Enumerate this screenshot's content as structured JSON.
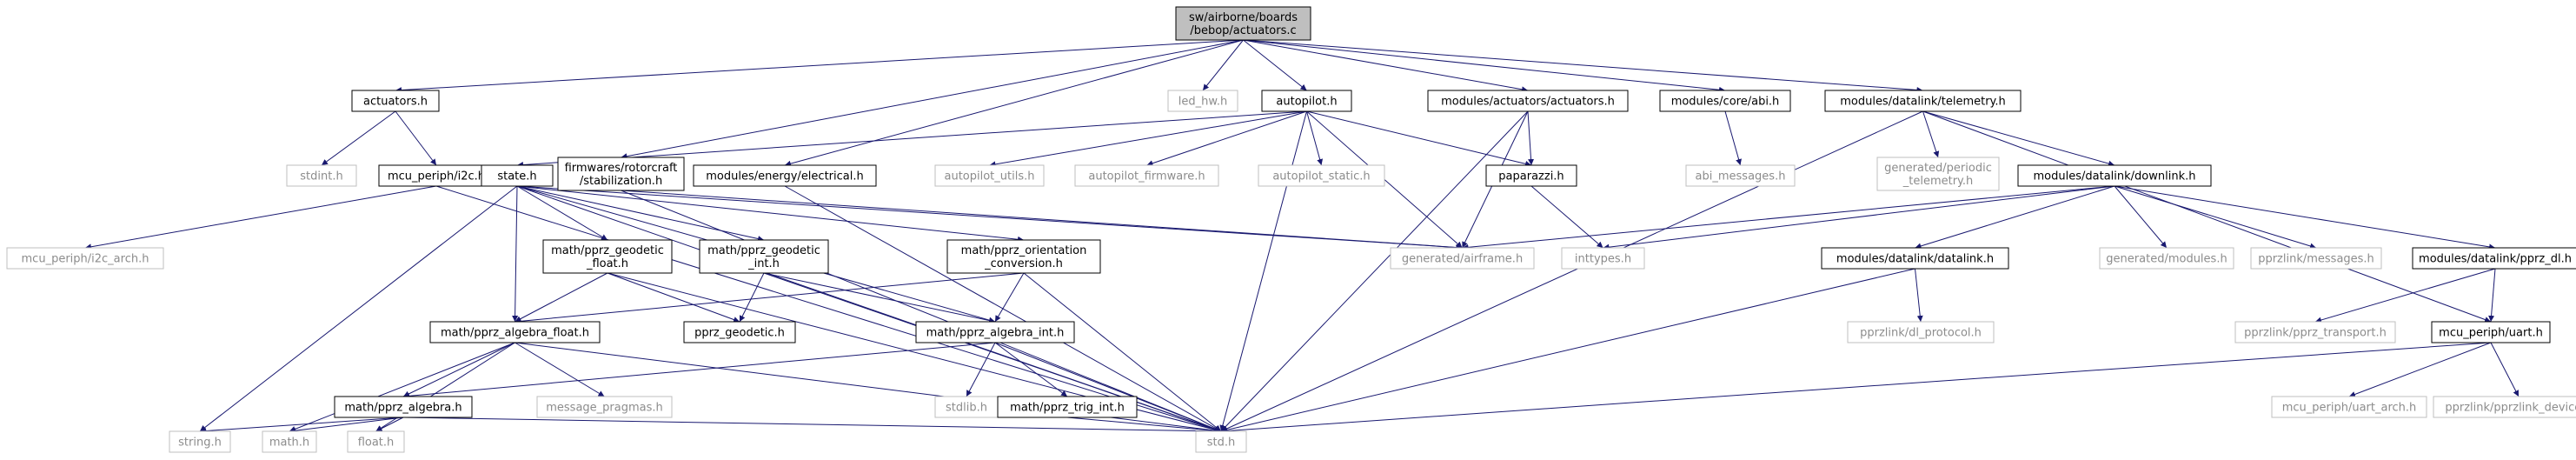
{
  "nodes": {
    "root": {
      "lines": [
        "sw/airborne/boards",
        "/bebop/actuators.c"
      ],
      "style": "root"
    },
    "actuators_h": {
      "lines": [
        "actuators.h"
      ],
      "style": "bordered"
    },
    "led_hw_h": {
      "lines": [
        "led_hw.h"
      ],
      "style": "plain"
    },
    "autopilot_h": {
      "lines": [
        "autopilot.h"
      ],
      "style": "bordered"
    },
    "mod_actuators_h": {
      "lines": [
        "modules/actuators/actuators.h"
      ],
      "style": "bordered"
    },
    "core_abi_h": {
      "lines": [
        "modules/core/abi.h"
      ],
      "style": "bordered"
    },
    "telemetry_h": {
      "lines": [
        "modules/datalink/telemetry.h"
      ],
      "style": "bordered"
    },
    "stdint_h": {
      "lines": [
        "stdint.h"
      ],
      "style": "plain"
    },
    "i2c_h": {
      "lines": [
        "mcu_periph/i2c.h"
      ],
      "style": "bordered"
    },
    "state_h": {
      "lines": [
        "state.h"
      ],
      "style": "bordered"
    },
    "stabilization_h": {
      "lines": [
        "firmwares/rotorcraft",
        "/stabilization.h"
      ],
      "style": "bordered"
    },
    "electrical_h": {
      "lines": [
        "modules/energy/electrical.h"
      ],
      "style": "bordered"
    },
    "autopilot_utils_h": {
      "lines": [
        "autopilot_utils.h"
      ],
      "style": "plain"
    },
    "autopilot_firmware_h": {
      "lines": [
        "autopilot_firmware.h"
      ],
      "style": "plain"
    },
    "autopilot_static_h": {
      "lines": [
        "autopilot_static.h"
      ],
      "style": "plain"
    },
    "paparazzi_h": {
      "lines": [
        "paparazzi.h"
      ],
      "style": "bordered"
    },
    "abi_messages_h": {
      "lines": [
        "abi_messages.h"
      ],
      "style": "plain"
    },
    "periodic_telemetry_h": {
      "lines": [
        "generated/periodic",
        "_telemetry.h"
      ],
      "style": "plain"
    },
    "downlink_h": {
      "lines": [
        "modules/datalink/downlink.h"
      ],
      "style": "bordered"
    },
    "i2c_arch_h": {
      "lines": [
        "mcu_periph/i2c_arch.h"
      ],
      "style": "plain"
    },
    "geodetic_float_h": {
      "lines": [
        "math/pprz_geodetic",
        "_float.h"
      ],
      "style": "bordered"
    },
    "geodetic_int_h": {
      "lines": [
        "math/pprz_geodetic",
        "_int.h"
      ],
      "style": "bordered"
    },
    "orientation_h": {
      "lines": [
        "math/pprz_orientation",
        "_conversion.h"
      ],
      "style": "bordered"
    },
    "airframe_h": {
      "lines": [
        "generated/airframe.h"
      ],
      "style": "plain"
    },
    "inttypes_h": {
      "lines": [
        "inttypes.h"
      ],
      "style": "plain"
    },
    "datalink_h": {
      "lines": [
        "modules/datalink/datalink.h"
      ],
      "style": "bordered"
    },
    "gen_modules_h": {
      "lines": [
        "generated/modules.h"
      ],
      "style": "plain"
    },
    "messages_h": {
      "lines": [
        "pprzlink/messages.h"
      ],
      "style": "plain"
    },
    "pprz_dl_h": {
      "lines": [
        "modules/datalink/pprz_dl.h"
      ],
      "style": "bordered"
    },
    "algebra_float_h": {
      "lines": [
        "math/pprz_algebra_float.h"
      ],
      "style": "bordered"
    },
    "pprz_geodetic_h": {
      "lines": [
        "pprz_geodetic.h"
      ],
      "style": "bordered"
    },
    "algebra_int_h": {
      "lines": [
        "math/pprz_algebra_int.h"
      ],
      "style": "bordered"
    },
    "dl_protocol_h": {
      "lines": [
        "pprzlink/dl_protocol.h"
      ],
      "style": "plain"
    },
    "pprz_transport_h": {
      "lines": [
        "pprzlink/pprz_transport.h"
      ],
      "style": "plain"
    },
    "uart_h": {
      "lines": [
        "mcu_periph/uart.h"
      ],
      "style": "bordered"
    },
    "message_pragmas_h": {
      "lines": [
        "message_pragmas.h"
      ],
      "style": "plain"
    },
    "stdlib_h": {
      "lines": [
        "stdlib.h"
      ],
      "style": "plain"
    },
    "algebra_h": {
      "lines": [
        "math/pprz_algebra.h"
      ],
      "style": "bordered"
    },
    "trig_int_h": {
      "lines": [
        "math/pprz_trig_int.h"
      ],
      "style": "bordered"
    },
    "uart_arch_h": {
      "lines": [
        "mcu_periph/uart_arch.h"
      ],
      "style": "plain"
    },
    "pprzlink_device_h": {
      "lines": [
        "pprzlink/pprzlink_device.h"
      ],
      "style": "plain"
    },
    "string_h": {
      "lines": [
        "string.h"
      ],
      "style": "plain"
    },
    "math_h": {
      "lines": [
        "math.h"
      ],
      "style": "plain"
    },
    "float_h": {
      "lines": [
        "float.h"
      ],
      "style": "plain"
    },
    "std_h": {
      "lines": [
        "std.h"
      ],
      "style": "plain"
    }
  },
  "edges": [
    [
      "root",
      "actuators_h"
    ],
    [
      "root",
      "led_hw_h"
    ],
    [
      "root",
      "autopilot_h"
    ],
    [
      "root",
      "mod_actuators_h"
    ],
    [
      "root",
      "core_abi_h"
    ],
    [
      "root",
      "telemetry_h"
    ],
    [
      "root",
      "stabilization_h"
    ],
    [
      "root",
      "electrical_h"
    ],
    [
      "actuators_h",
      "stdint_h"
    ],
    [
      "actuators_h",
      "i2c_h"
    ],
    [
      "i2c_h",
      "i2c_arch_h"
    ],
    [
      "i2c_h",
      "std_h"
    ],
    [
      "autopilot_h",
      "state_h"
    ],
    [
      "autopilot_h",
      "autopilot_utils_h"
    ],
    [
      "autopilot_h",
      "autopilot_firmware_h"
    ],
    [
      "autopilot_h",
      "autopilot_static_h"
    ],
    [
      "autopilot_h",
      "paparazzi_h"
    ],
    [
      "autopilot_h",
      "airframe_h"
    ],
    [
      "autopilot_h",
      "std_h"
    ],
    [
      "mod_actuators_h",
      "paparazzi_h"
    ],
    [
      "mod_actuators_h",
      "airframe_h"
    ],
    [
      "mod_actuators_h",
      "std_h"
    ],
    [
      "core_abi_h",
      "abi_messages_h"
    ],
    [
      "telemetry_h",
      "periodic_telemetry_h"
    ],
    [
      "telemetry_h",
      "downlink_h"
    ],
    [
      "telemetry_h",
      "uart_h"
    ],
    [
      "telemetry_h",
      "std_h"
    ],
    [
      "paparazzi_h",
      "inttypes_h"
    ],
    [
      "state_h",
      "geodetic_float_h"
    ],
    [
      "state_h",
      "geodetic_int_h"
    ],
    [
      "state_h",
      "orientation_h"
    ],
    [
      "state_h",
      "algebra_float_h"
    ],
    [
      "state_h",
      "algebra_int_h"
    ],
    [
      "state_h",
      "airframe_h"
    ],
    [
      "state_h",
      "string_h"
    ],
    [
      "state_h",
      "std_h"
    ],
    [
      "stabilization_h",
      "airframe_h"
    ],
    [
      "stabilization_h",
      "std_h"
    ],
    [
      "electrical_h",
      "std_h"
    ],
    [
      "downlink_h",
      "airframe_h"
    ],
    [
      "downlink_h",
      "inttypes_h"
    ],
    [
      "downlink_h",
      "datalink_h"
    ],
    [
      "downlink_h",
      "gen_modules_h"
    ],
    [
      "downlink_h",
      "messages_h"
    ],
    [
      "downlink_h",
      "pprz_dl_h"
    ],
    [
      "datalink_h",
      "dl_protocol_h"
    ],
    [
      "datalink_h",
      "std_h"
    ],
    [
      "pprz_dl_h",
      "pprz_transport_h"
    ],
    [
      "pprz_dl_h",
      "uart_h"
    ],
    [
      "uart_h",
      "uart_arch_h"
    ],
    [
      "uart_h",
      "pprzlink_device_h"
    ],
    [
      "uart_h",
      "std_h"
    ],
    [
      "geodetic_float_h",
      "algebra_float_h"
    ],
    [
      "geodetic_float_h",
      "pprz_geodetic_h"
    ],
    [
      "geodetic_float_h",
      "std_h"
    ],
    [
      "geodetic_int_h",
      "pprz_geodetic_h"
    ],
    [
      "geodetic_int_h",
      "algebra_int_h"
    ],
    [
      "geodetic_int_h",
      "std_h"
    ],
    [
      "orientation_h",
      "algebra_float_h"
    ],
    [
      "orientation_h",
      "algebra_int_h"
    ],
    [
      "orientation_h",
      "std_h"
    ],
    [
      "algebra_float_h",
      "algebra_h"
    ],
    [
      "algebra_float_h",
      "message_pragmas_h"
    ],
    [
      "algebra_float_h",
      "math_h"
    ],
    [
      "algebra_float_h",
      "float_h"
    ],
    [
      "algebra_float_h",
      "std_h"
    ],
    [
      "algebra_int_h",
      "algebra_h"
    ],
    [
      "algebra_int_h",
      "stdlib_h"
    ],
    [
      "algebra_int_h",
      "trig_int_h"
    ],
    [
      "algebra_int_h",
      "std_h"
    ],
    [
      "algebra_h",
      "string_h"
    ],
    [
      "algebra_h",
      "math_h"
    ],
    [
      "algebra_h",
      "float_h"
    ],
    [
      "algebra_h",
      "std_h"
    ],
    [
      "trig_int_h",
      "std_h"
    ]
  ]
}
